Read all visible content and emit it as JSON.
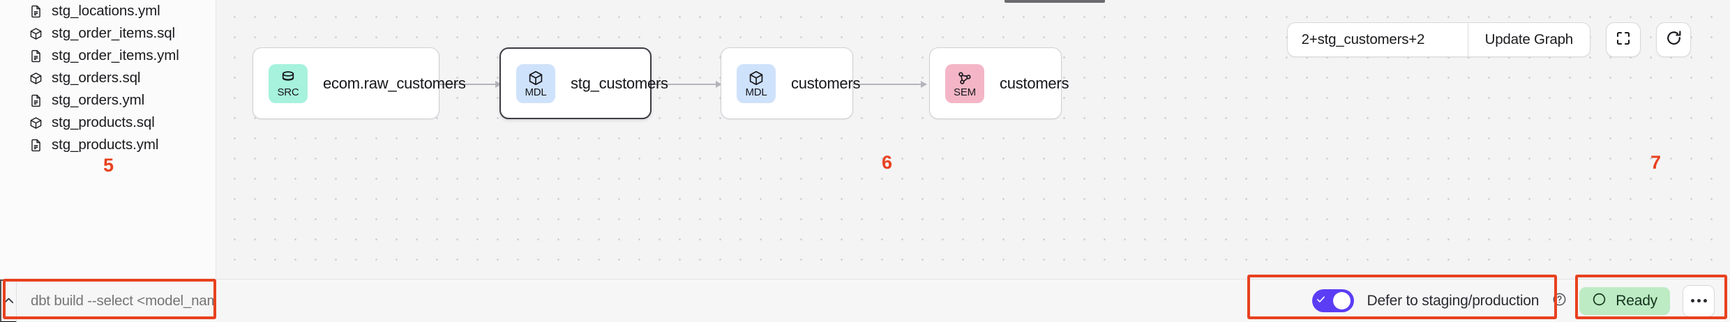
{
  "sidebar": {
    "files": [
      {
        "name": "stg_locations.yml",
        "icon": "file-document-icon"
      },
      {
        "name": "stg_order_items.sql",
        "icon": "cube-icon"
      },
      {
        "name": "stg_order_items.yml",
        "icon": "file-document-icon"
      },
      {
        "name": "stg_orders.sql",
        "icon": "cube-icon"
      },
      {
        "name": "stg_orders.yml",
        "icon": "file-document-icon"
      },
      {
        "name": "stg_products.sql",
        "icon": "cube-icon"
      },
      {
        "name": "stg_products.yml",
        "icon": "file-document-icon"
      }
    ]
  },
  "toolbar": {
    "query_value": "2+stg_customers+2",
    "query_placeholder": "2+stg_customers+2",
    "update_graph_label": "Update Graph",
    "fit_view_icon": "fullscreen-icon",
    "refresh_icon": "refresh-icon"
  },
  "graph": {
    "nodes": [
      {
        "badge": "SRC",
        "icon": "database-icon",
        "title": "ecom.raw_customers",
        "color": "#a6f2dd",
        "selected": false
      },
      {
        "badge": "MDL",
        "icon": "cube-icon",
        "title": "stg_customers",
        "color": "#cfe2fb",
        "selected": true
      },
      {
        "badge": "MDL",
        "icon": "cube-icon",
        "title": "customers",
        "color": "#cfe2fb",
        "selected": false
      },
      {
        "badge": "SEM",
        "icon": "network-icon",
        "title": "customers",
        "color": "#f4b6c6",
        "selected": false
      }
    ]
  },
  "bottom_bar": {
    "collapse_icon": "chevron-up-icon",
    "command_placeholder": "dbt build --select <model_name>",
    "command_value": "",
    "defer_label": "Defer to staging/production",
    "defer_help_icon": "help-circle-icon",
    "defer_enabled": true,
    "status_label": "Ready",
    "status_icon": "circle-icon",
    "more_icon": "ellipsis-icon"
  },
  "annotations": {
    "accent_color": "#e8411f",
    "markers": [
      {
        "label": "5"
      },
      {
        "label": "6"
      },
      {
        "label": "7"
      }
    ]
  }
}
